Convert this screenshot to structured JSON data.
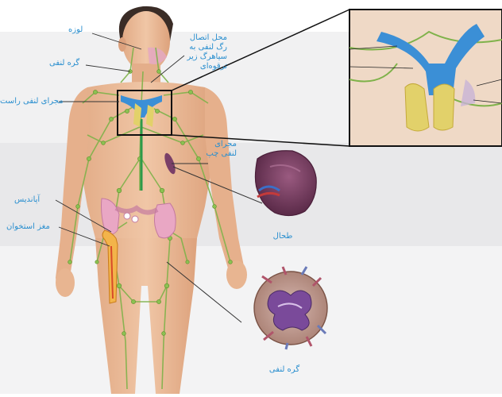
{
  "labels": {
    "tonsil": "لوزه",
    "lymph_node_upper": "گره لنفی",
    "junction": [
      "محل اتصال",
      "رگ لنفی به",
      "سیاهرگ زیر",
      "ترقوه‌ای"
    ],
    "right_lymph_duct": "مجرای لنفی راست",
    "left_lymph_duct": [
      "مجرای",
      "لنفی چپ"
    ],
    "appendix": "آپاندیس",
    "bone_marrow": "مغز استخوان",
    "spleen": "طحال",
    "lymph_node_lower": "گره لنفی"
  },
  "colors": {
    "label_text": "#2a8fcf",
    "lymph_vessel": "#7fb24a",
    "vein_blue": "#3b8fd6",
    "skin": "#e9b996",
    "spleen": "#6f3658",
    "callout_line": "#333333"
  }
}
